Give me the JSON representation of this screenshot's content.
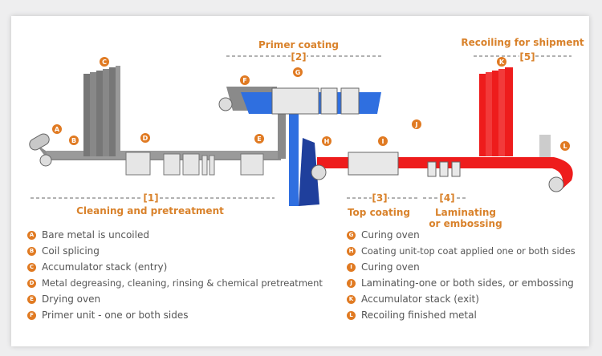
{
  "sections": {
    "primer": {
      "title": "Primer coating",
      "tag": "[2]"
    },
    "recoil": {
      "title": "Recoiling for shipment",
      "tag": "[5]"
    },
    "cleaning": {
      "title": "Cleaning and pretreatment",
      "tag": "[1]"
    },
    "top": {
      "title": "Top coating",
      "tag": "[3]"
    },
    "laminating": {
      "title_line1": "Laminating",
      "title_line2": "or embossing",
      "tag": "[4]"
    }
  },
  "markers": {
    "A": "A",
    "B": "B",
    "C": "C",
    "D": "D",
    "E": "E",
    "F": "F",
    "G": "G",
    "H": "H",
    "I": "I",
    "J": "J",
    "K": "K",
    "L": "L"
  },
  "legend": {
    "left": [
      {
        "letter": "A",
        "text": "Bare metal is uncoiled"
      },
      {
        "letter": "B",
        "text": "Coil splicing"
      },
      {
        "letter": "C",
        "text": "Accumulator stack (entry)"
      },
      {
        "letter": "D",
        "text": "Metal degreasing, cleaning, rinsing & chemical pretreatment"
      },
      {
        "letter": "E",
        "text": "Drying oven"
      },
      {
        "letter": "F",
        "text": "Primer unit - one or both sides"
      }
    ],
    "right": [
      {
        "letter": "G",
        "text": "Curing oven"
      },
      {
        "letter": "H",
        "text": "Coating unit-top coat applied one or both sides"
      },
      {
        "letter": "I",
        "text": "Curing oven"
      },
      {
        "letter": "J",
        "text": "Laminating-one or both sides, or embossing"
      },
      {
        "letter": "K",
        "text": "Accumulator stack (exit)"
      },
      {
        "letter": "L",
        "text": "Recoiling finished metal"
      }
    ]
  },
  "colors": {
    "accent": "#d9822b",
    "strip_gray": "#8c8c8c",
    "strip_blue": "#2f6fe0",
    "strip_red": "#ee1c1c"
  }
}
